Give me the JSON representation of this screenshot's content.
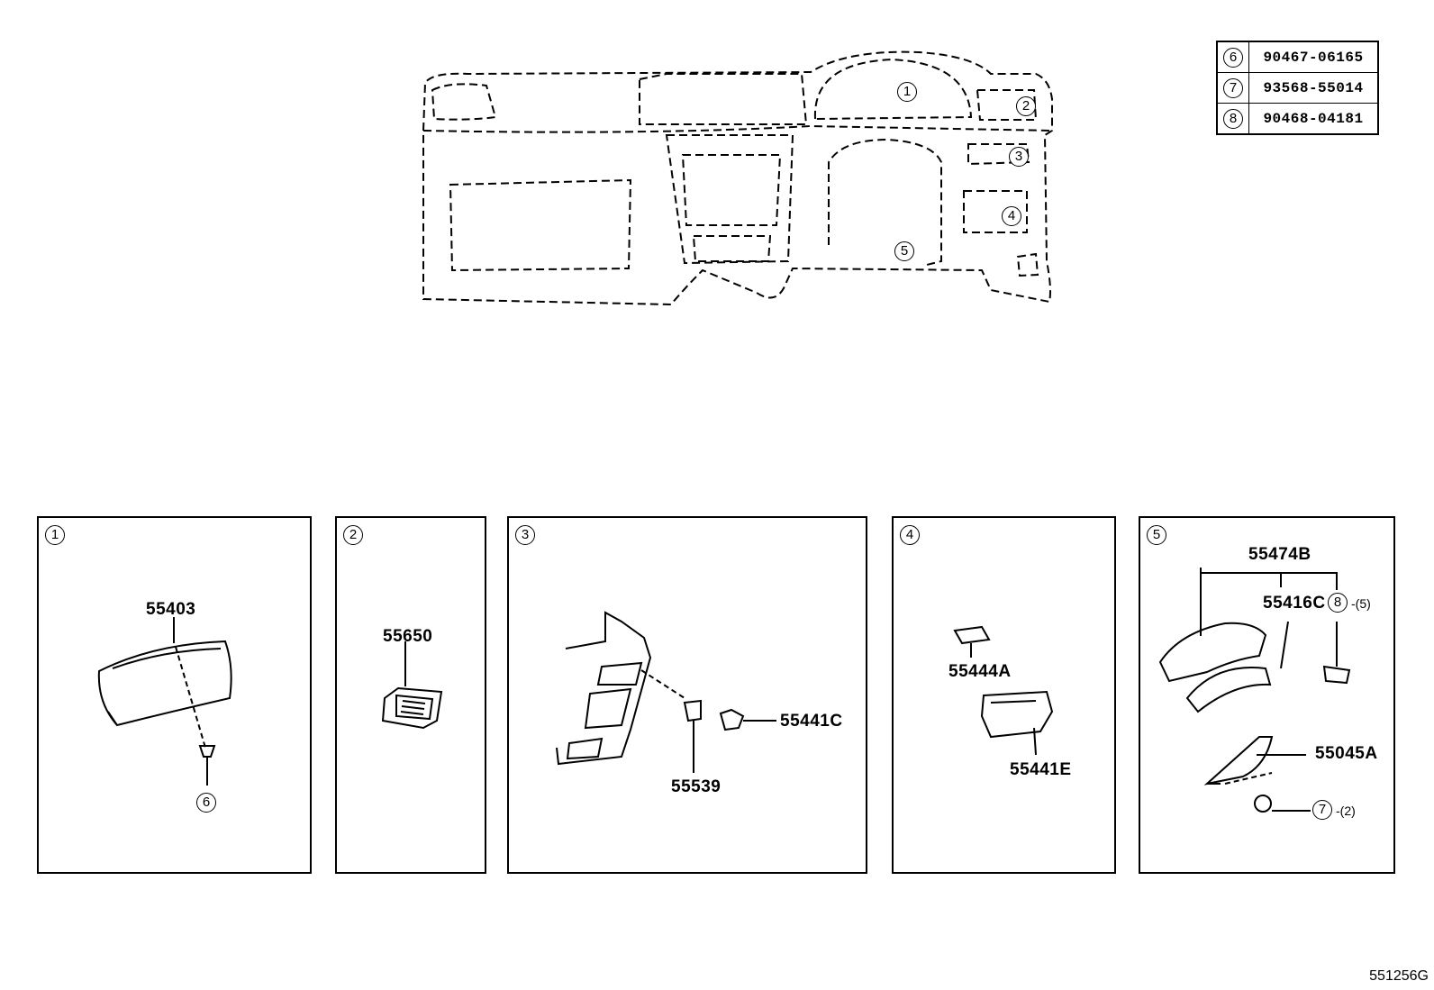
{
  "legend": [
    {
      "num": "6",
      "part": "90467-06165"
    },
    {
      "num": "7",
      "part": "93568-55014"
    },
    {
      "num": "8",
      "part": "90468-04181"
    }
  ],
  "overview_callouts": [
    "1",
    "2",
    "3",
    "4",
    "5"
  ],
  "panels": [
    {
      "num": "1",
      "parts": [
        "55403"
      ],
      "refs": [
        "6"
      ]
    },
    {
      "num": "2",
      "parts": [
        "55650"
      ]
    },
    {
      "num": "3",
      "parts": [
        "55441C",
        "55539"
      ]
    },
    {
      "num": "4",
      "parts": [
        "55444A",
        "55441E"
      ]
    },
    {
      "num": "5",
      "parts": [
        "55474B",
        "55416C",
        "55045A"
      ],
      "refs": [
        "8",
        "7"
      ],
      "qty": [
        "-(5)",
        "-(2)"
      ]
    }
  ],
  "diagram_ref": "551256G"
}
